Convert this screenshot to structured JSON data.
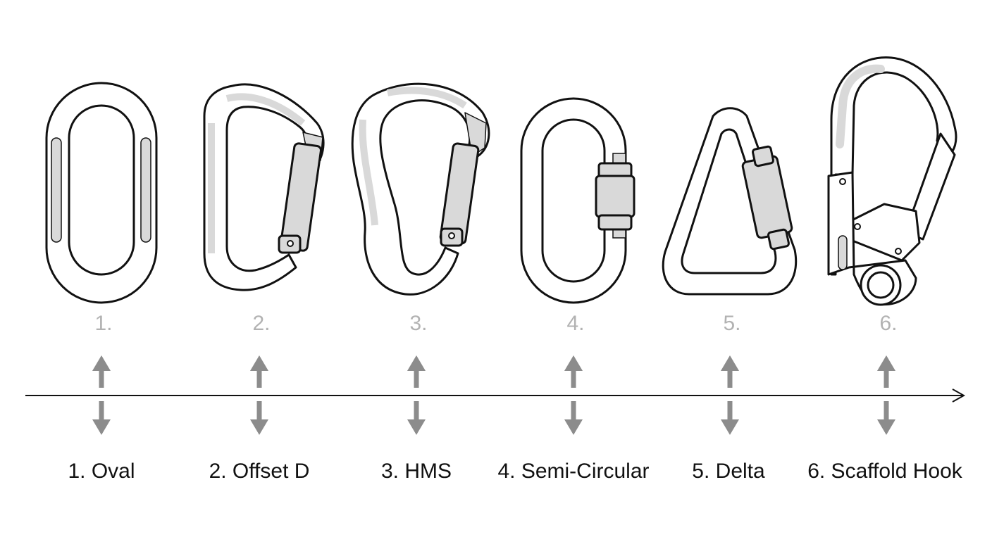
{
  "colors": {
    "outline": "#111111",
    "fill": "#ffffff",
    "shade": "#d9d9d9",
    "arrow": "#8c8c8c",
    "number_text": "#b2b2b2",
    "label_text": "#111111"
  },
  "items": [
    {
      "number": "1.",
      "label": "1. Oval",
      "icon": "oval-carabiner-icon"
    },
    {
      "number": "2.",
      "label": "2. Offset D",
      "icon": "offset-d-carabiner-icon"
    },
    {
      "number": "3.",
      "label": "3. HMS",
      "icon": "hms-carabiner-icon"
    },
    {
      "number": "4.",
      "label": "4. Semi-Circular",
      "icon": "semi-circular-carabiner-icon"
    },
    {
      "number": "5.",
      "label": "5. Delta",
      "icon": "delta-carabiner-icon"
    },
    {
      "number": "6.",
      "label": "6. Scaffold Hook",
      "icon": "scaffold-hook-icon"
    }
  ]
}
